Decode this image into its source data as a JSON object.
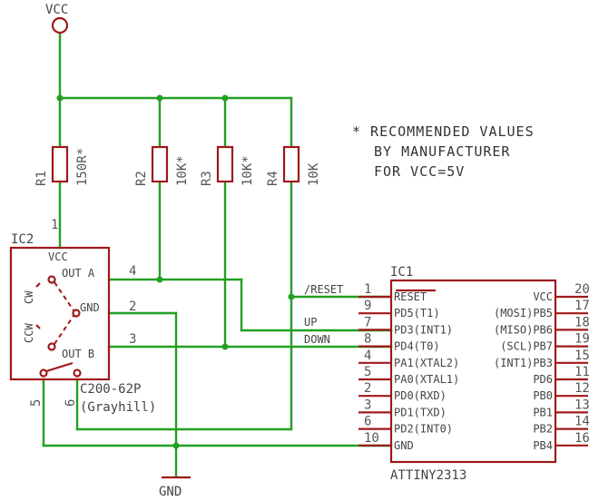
{
  "vcc_label": "VCC",
  "gnd_label": "GND",
  "note": {
    "line1": "* RECOMMENDED VALUES",
    "line2": "BY MANUFACTURER",
    "line3": "FOR VCC=5V"
  },
  "resistors": [
    {
      "ref": "R1",
      "value": "150R*"
    },
    {
      "ref": "R2",
      "value": "10K*"
    },
    {
      "ref": "R3",
      "value": "10K*"
    },
    {
      "ref": "R4",
      "value": "10K"
    }
  ],
  "ic2": {
    "ref": "IC2",
    "part": "C200-62P",
    "maker": "(Grayhill)",
    "pins": {
      "vcc": "VCC",
      "out_a": "OUT A",
      "gnd": "GND",
      "out_b": "OUT B"
    },
    "pin_numbers": {
      "vcc": "1",
      "out_a": "4",
      "gnd": "2",
      "out_b": "3",
      "p5": "5",
      "p6": "6"
    },
    "cw": "CW",
    "ccw": "CCW"
  },
  "nets": {
    "reset": "/RESET",
    "up": "UP",
    "down": "DOWN"
  },
  "ic1": {
    "ref": "IC1",
    "part": "ATTINY2313",
    "left_pins": [
      {
        "num": "1",
        "name": "RESET"
      },
      {
        "num": "9",
        "name": "PD5(T1)"
      },
      {
        "num": "7",
        "name": "PD3(INT1)"
      },
      {
        "num": "8",
        "name": "PD4(T0)"
      },
      {
        "num": "4",
        "name": "PA1(XTAL2)"
      },
      {
        "num": "5",
        "name": "PA0(XTAL1)"
      },
      {
        "num": "2",
        "name": "PD0(RXD)"
      },
      {
        "num": "3",
        "name": "PD1(TXD)"
      },
      {
        "num": "6",
        "name": "PD2(INT0)"
      },
      {
        "num": "10",
        "name": "GND"
      }
    ],
    "right_pins": [
      {
        "num": "20",
        "name": "VCC"
      },
      {
        "num": "17",
        "name": "(MOSI)PB5"
      },
      {
        "num": "18",
        "name": "(MISO)PB6"
      },
      {
        "num": "19",
        "name": "(SCL)PB7"
      },
      {
        "num": "15",
        "name": "(INT1)PB3"
      },
      {
        "num": "11",
        "name": "PD6"
      },
      {
        "num": "12",
        "name": "PB0"
      },
      {
        "num": "13",
        "name": "PB1"
      },
      {
        "num": "14",
        "name": "PB2"
      },
      {
        "num": "16",
        "name": "PB4"
      }
    ]
  }
}
